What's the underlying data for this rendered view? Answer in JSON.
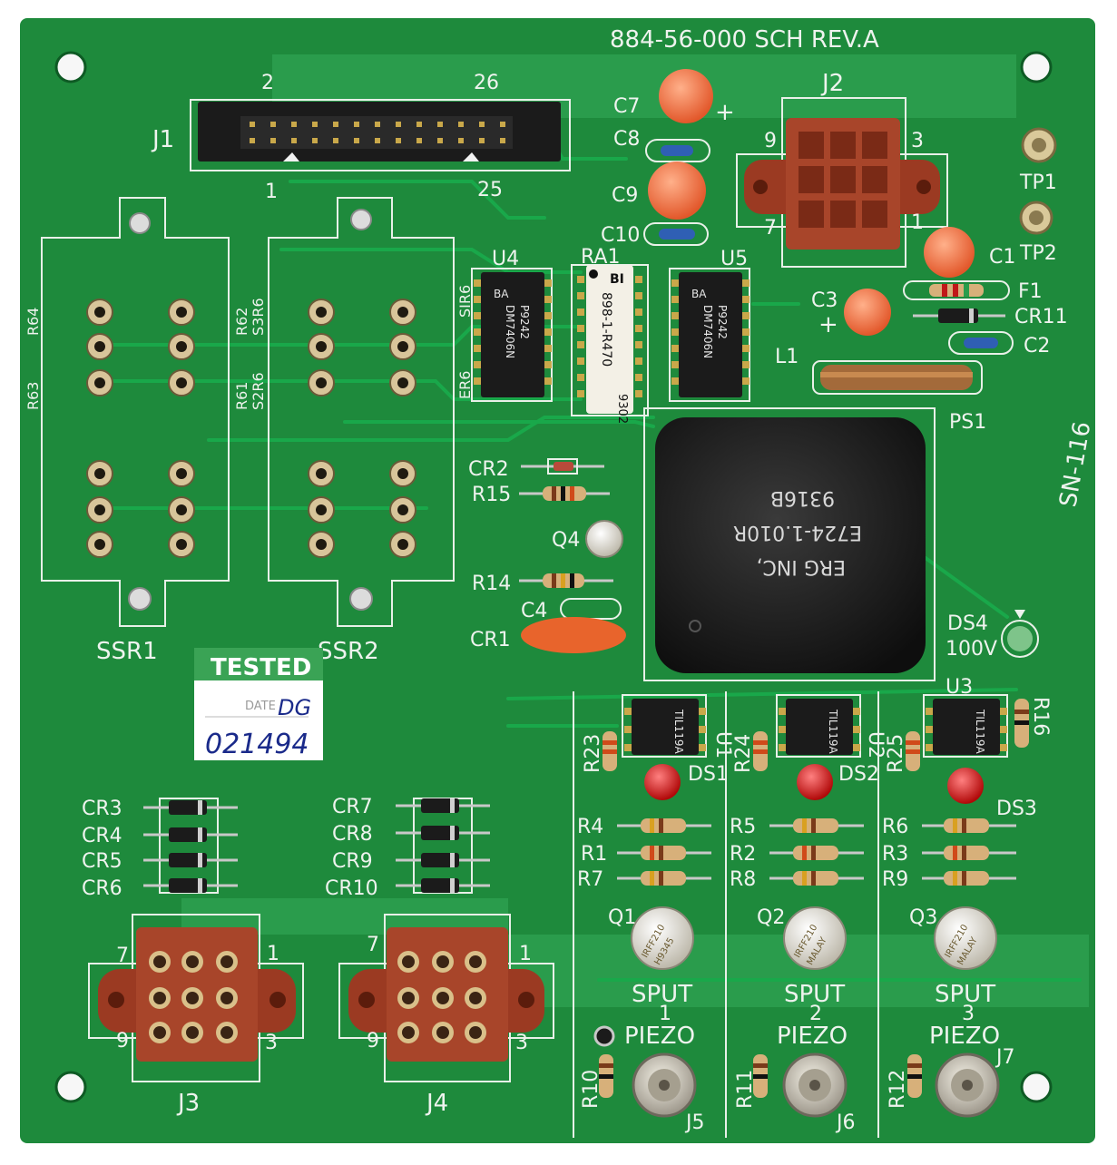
{
  "board": {
    "part_number": "884-56-000 SCH REV.A",
    "side_mark": "SN-116",
    "colors": {
      "pcb": "#1e8a3c",
      "pcb_light": "#2fa452",
      "silkscreen": "#eef3ee",
      "connector": "#9b3a22",
      "chip": "#1b1b1b",
      "capacitor": "#ee6a3c",
      "led": "#e01818"
    }
  },
  "labels": {
    "j1": "J1",
    "j1_pin2": "2",
    "j1_pin26": "26",
    "j1_pin1": "1",
    "j1_pin25": "25",
    "j2": "J2",
    "j2_pin9": "9",
    "j2_pin3": "3",
    "j2_pin7": "7",
    "j2_pin1": "1",
    "j3": "J3",
    "j3_pin7": "7",
    "j3_pin1": "1",
    "j3_pin9": "9",
    "j3_pin3": "3",
    "j4": "J4",
    "j4_pin7": "7",
    "j4_pin1": "1",
    "j4_pin9": "9",
    "j4_pin3": "3",
    "j5": "J5",
    "j6": "J6",
    "j7": "J7",
    "tp1": "TP1",
    "tp2": "TP2",
    "c1": "C1",
    "c2": "C2",
    "c3": "C3",
    "c4": "C4",
    "c7": "C7",
    "c8": "C8",
    "c9": "C9",
    "c10": "C10",
    "f1": "F1",
    "cr11": "CR11",
    "l1": "L1",
    "ps1": "PS1",
    "u1": "U1",
    "u2": "U2",
    "u3": "U3",
    "u4": "U4",
    "u5": "U5",
    "ra1": "RA1",
    "sir6": "SIR6",
    "er6": "ER6",
    "r64": "R64",
    "r63": "R63",
    "r62": "R62",
    "r61": "R61",
    "s3r6": "S3R6",
    "s2r6": "S2R6",
    "ssr1": "SSR1",
    "ssr2": "SSR2",
    "cr2": "CR2",
    "r15": "R15",
    "q4": "Q4",
    "r14": "R14",
    "cr1": "CR1",
    "ds4": "DS4",
    "ds4_value": "100V",
    "r23": "R23",
    "r24": "R24",
    "r25": "R25",
    "r16": "R16",
    "ds1": "DS1",
    "ds2": "DS2",
    "ds3": "DS3",
    "r4": "R4",
    "r1": "R1",
    "r7": "R7",
    "r5": "R5",
    "r2": "R2",
    "r8": "R8",
    "r6": "R6",
    "r3": "R3",
    "r9": "R9",
    "q1": "Q1",
    "q2": "Q2",
    "q3": "Q3",
    "sput": "SPUT",
    "piezo": "PIEZO",
    "num1": "1",
    "num2": "2",
    "num3": "3",
    "r10": "R10",
    "r11": "R11",
    "r12": "R12",
    "cr3": "CR3",
    "cr4": "CR4",
    "cr5": "CR5",
    "cr6": "CR6",
    "cr7": "CR7",
    "cr8": "CR8",
    "cr9": "CR9",
    "cr10": "CR10"
  },
  "chips": {
    "u4": {
      "brand": "BA",
      "code": "P9242",
      "model": "DM7406N"
    },
    "u5": {
      "brand": "BA",
      "code": "P9242",
      "model": "DM7406N"
    },
    "ra1": {
      "brand": "BI",
      "model": "898-1-R470",
      "date": "9302"
    },
    "opto": {
      "model": "TIL119A"
    }
  },
  "power_supply": {
    "maker": "ERG INC,",
    "model": "E724-1.010R",
    "lot": "9316B"
  },
  "mosfet": {
    "part": "IRFF210",
    "date": "H9345",
    "origin": "MALAY"
  },
  "sticker": {
    "title": "TESTED",
    "date_label": "DATE",
    "initials": "DG",
    "handwritten_date": "021494"
  }
}
